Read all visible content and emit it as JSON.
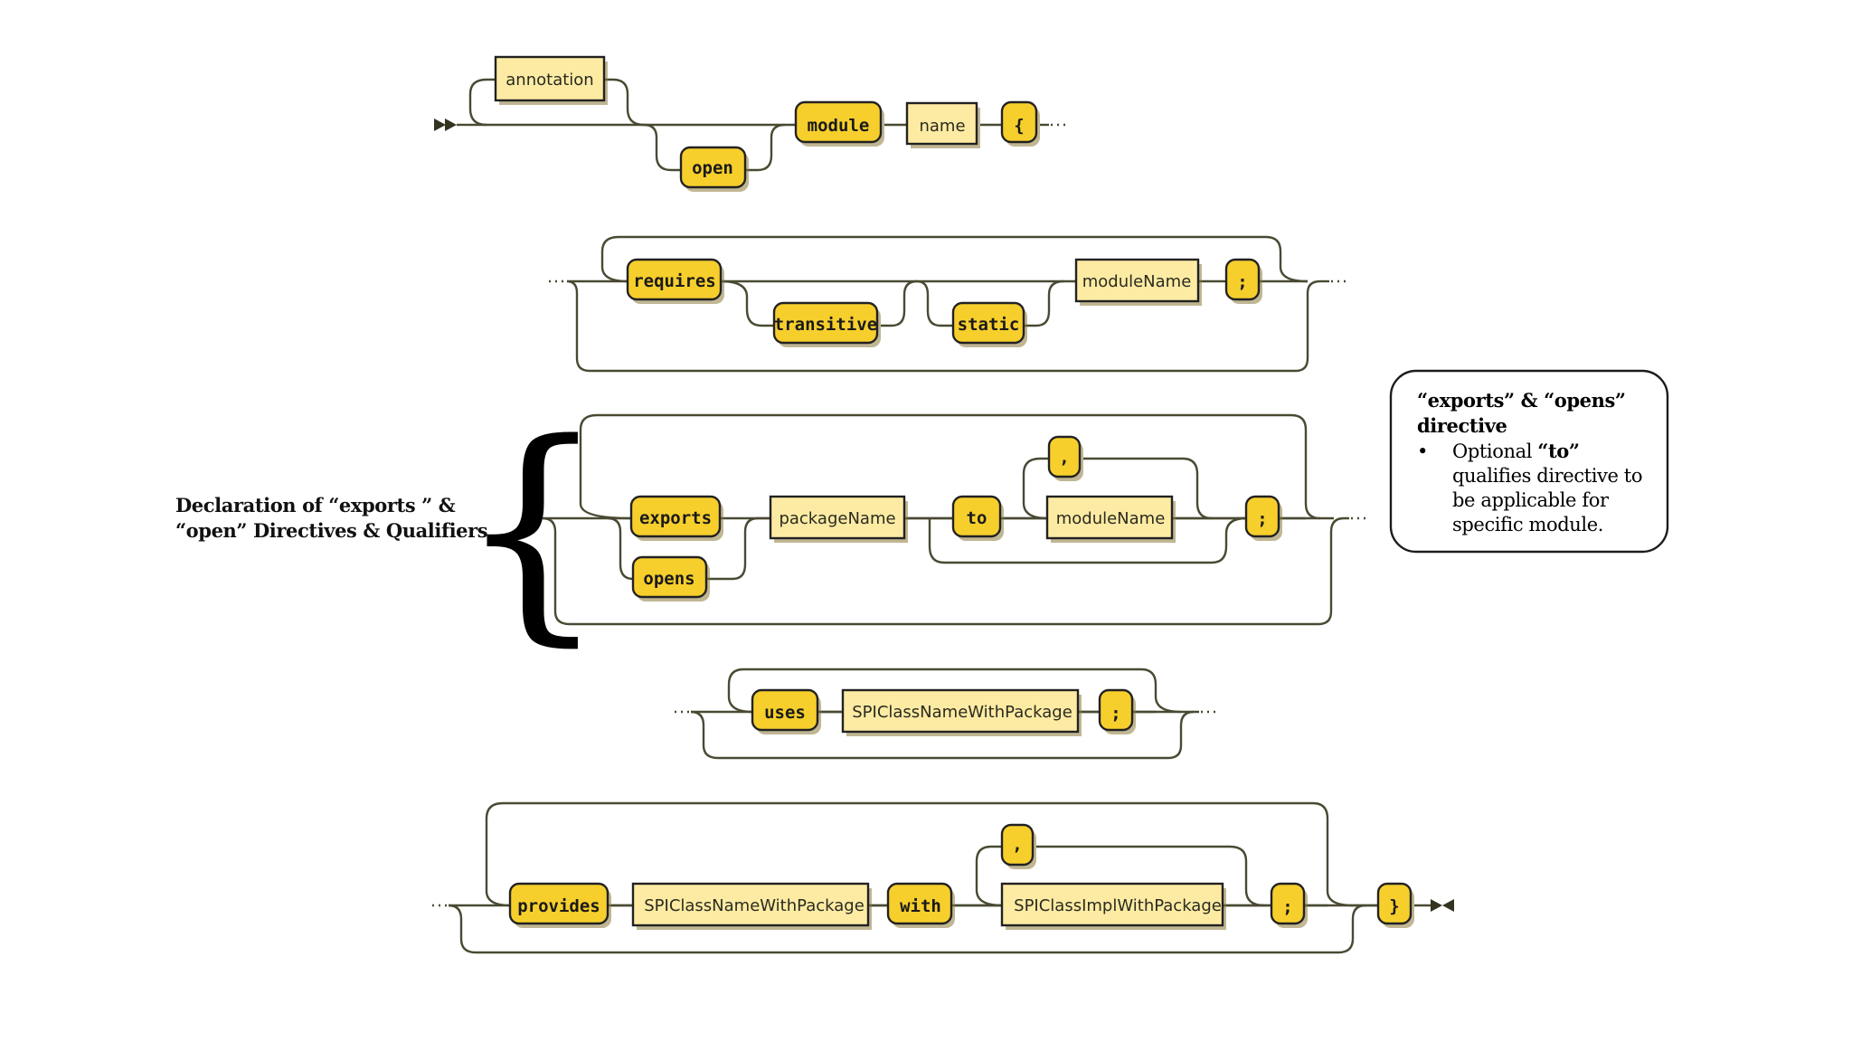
{
  "module_decl": {
    "annotation": "annotation",
    "open": "open",
    "module": "module",
    "name": "name",
    "lbrace": "{"
  },
  "requires_stmt": {
    "requires": "requires",
    "transitive": "transitive",
    "static": "static",
    "moduleName": "moduleName",
    "semicolon": ";"
  },
  "exports_stmt": {
    "exports": "exports",
    "opens": "opens",
    "packageName": "packageName",
    "to": "to",
    "comma": ",",
    "moduleName": "moduleName",
    "semicolon": ";"
  },
  "uses_stmt": {
    "uses": "uses",
    "service": "SPIClassNameWithPackage",
    "semicolon": ";"
  },
  "provides_stmt": {
    "provides": "provides",
    "service": "SPIClassNameWithPackage",
    "with": "with",
    "comma": ",",
    "impl": "SPIClassImplWithPackage",
    "semicolon": ";",
    "rbrace": "}"
  },
  "side_label": {
    "line1": "Declaration  of “exports ” &",
    "line2": "“open” Directives & Qualifiers",
    "brace": "{"
  },
  "note": {
    "title_line1": "“exports” & “opens”",
    "title_line2": "directive",
    "bullet": "•",
    "optional_prefix": "Optional ",
    "optional_keyword": "“to”",
    "line2": "qualifies directive to",
    "line3": "be applicable for",
    "line4": "specific module."
  }
}
